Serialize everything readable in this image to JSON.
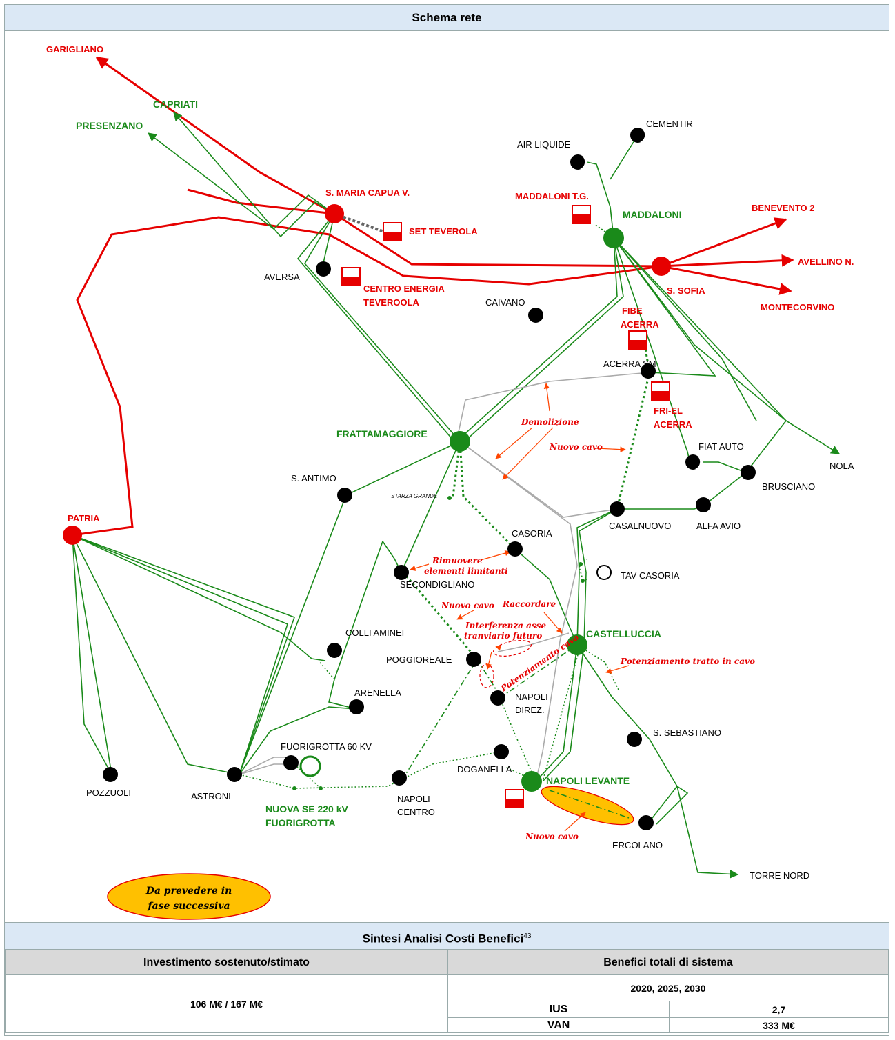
{
  "header": {
    "title": "Schema rete"
  },
  "nodes": {
    "red": {
      "garigliano": "GARIGLIANO",
      "s_maria": "S. MARIA CAPUA V.",
      "set_teverola": "SET TEVEROLA",
      "centro_energia_1": "CENTRO ENERGIA",
      "centro_energia_2": "TEVEROOLA",
      "maddaloni_tg": "MADDALONI T.G.",
      "benevento": "BENEVENTO 2",
      "avellino": "AVELLINO N.",
      "s_sofia": "S. SOFIA",
      "montecorvino": "MONTECORVINO",
      "fibe_1": "FIBE",
      "fibe_2": "ACERRA",
      "friel_1": "FRI-EL",
      "friel_2": "ACERRA",
      "patria": "PATRIA"
    },
    "green": {
      "capriati": "CAPRIATI",
      "presenzano": "PRESENZANO",
      "maddaloni": "MADDALONI",
      "frattamaggiore": "FRATTAMAGGIORE",
      "castelluccia": "CASTELLUCCIA",
      "napoli_levante": "NAPOLI LEVANTE",
      "nuova_se_1": "NUOVA SE 220 kV",
      "nuova_se_2": "FUORIGROTTA"
    },
    "black": {
      "cementir": "CEMENTIR",
      "air_liquide": "AIR LIQUIDE",
      "aversa": "AVERSA",
      "caivano": "CAIVANO",
      "acerra_sm": "ACERRA SM",
      "fiat_auto": "FIAT AUTO",
      "nola": "NOLA",
      "brusciano": "BRUSCIANO",
      "s_antimo": "S. ANTIMO",
      "starza": "STARZA GRANDE",
      "casalnuovo": "CASALNUOVO",
      "alfa_avio": "ALFA AVIO",
      "casoria": "CASORIA",
      "tav_casoria": "TAV CASORIA",
      "secondigliano": "SECONDIGLIANO",
      "colli_aminei": "COLLI AMINEI",
      "poggioreale": "POGGIOREALE",
      "arenella": "ARENELLA",
      "napoli_direz_1": "NAPOLI",
      "napoli_direz_2": "DIREZ.",
      "s_sebastiano": "S. SEBASTIANO",
      "fuorigrotta_60": "FUORIGROTTA 60 KV",
      "doganella": "DOGANELLA",
      "pozzuoli": "POZZUOLI",
      "astroni": "ASTRONI",
      "napoli_centro_1": "NAPOLI",
      "napoli_centro_2": "CENTRO",
      "ercolano": "ERCOLANO",
      "torre_nord": "TORRE NORD"
    }
  },
  "annotations": {
    "demolizione": "Demolizione",
    "nuovo_cavo_1": "Nuovo cavo",
    "rimuovere_1": "Rimuovere",
    "rimuovere_2": "elementi limitanti",
    "nuovo_cavo_2": "Nuovo cavo",
    "raccordare": "Raccordare",
    "interferenza_1": "Interferenza asse",
    "interferenza_2": "tranviario futuro",
    "potenziamento_cavo": "Potenziamento cavo",
    "potenziamento_tratto": "Potenziamento tratto in cavo",
    "nuovo_cavo_3": "Nuovo cavo"
  },
  "legend": {
    "line1": "Da prevedere in",
    "line2": "fase successiva"
  },
  "cost_benefit": {
    "title": "Sintesi Analisi Costi Benefici",
    "footnote": "43",
    "investment_header": "Investimento sostenuto/stimato",
    "benefits_header": "Benefici totali di sistema",
    "investment_value": "106 M€ / 167 M€",
    "years": "2020, 2025, 2030",
    "ius_label": "IUS",
    "ius_value": "2,7",
    "van_label": "VAN",
    "van_value": "333 M€"
  },
  "colors": {
    "red": "#e60000",
    "green": "#1a8a1a",
    "grey": "#aaaaaa",
    "note": "#ff4400",
    "yellow": "#ffc000"
  }
}
